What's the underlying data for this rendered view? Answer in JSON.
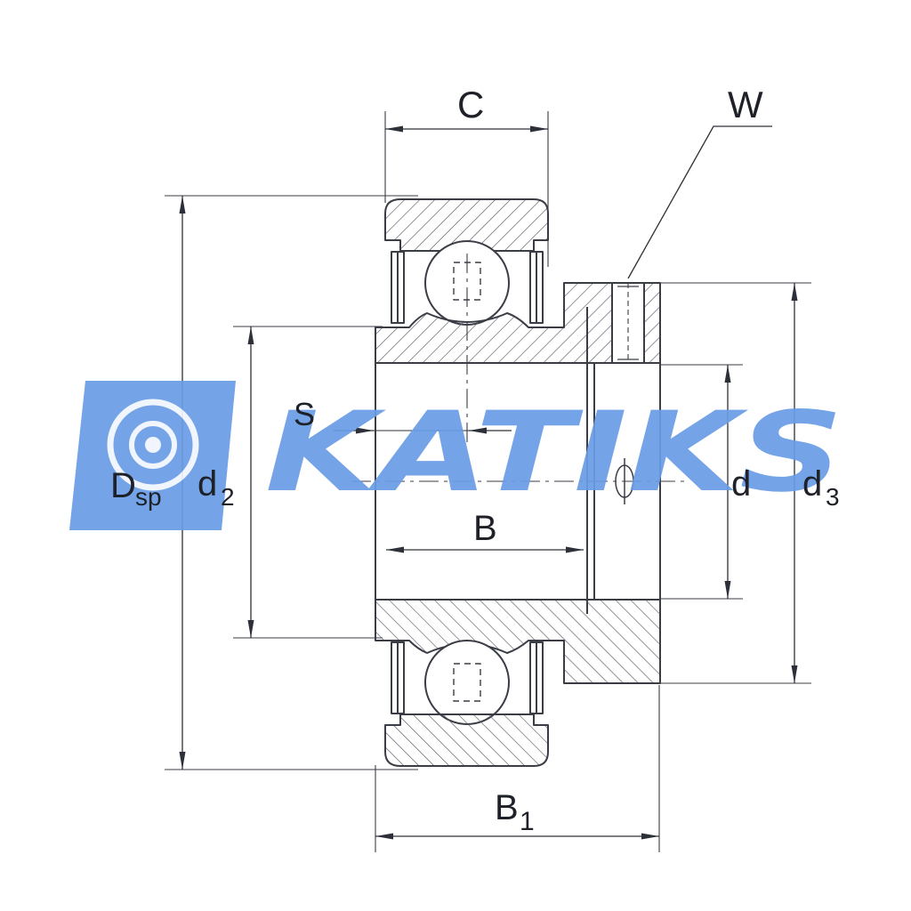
{
  "drawing": {
    "line_color": "#3a3d45",
    "hatch_color": "#5a5d66",
    "label_color": "#1f2128"
  },
  "dimensions": {
    "C": "C",
    "W": "W",
    "S": "S",
    "B": "B",
    "B1_main": "B",
    "B1_sub": "1",
    "D_main": "D",
    "D_sub": "sp",
    "d2_main": "d",
    "d2_sub": "2",
    "d": "d",
    "d3_main": "d",
    "d3_sub": "3"
  },
  "watermark": {
    "text": "KATIKS",
    "color": "#6a9de6",
    "icon": "bearing-logo-icon"
  }
}
